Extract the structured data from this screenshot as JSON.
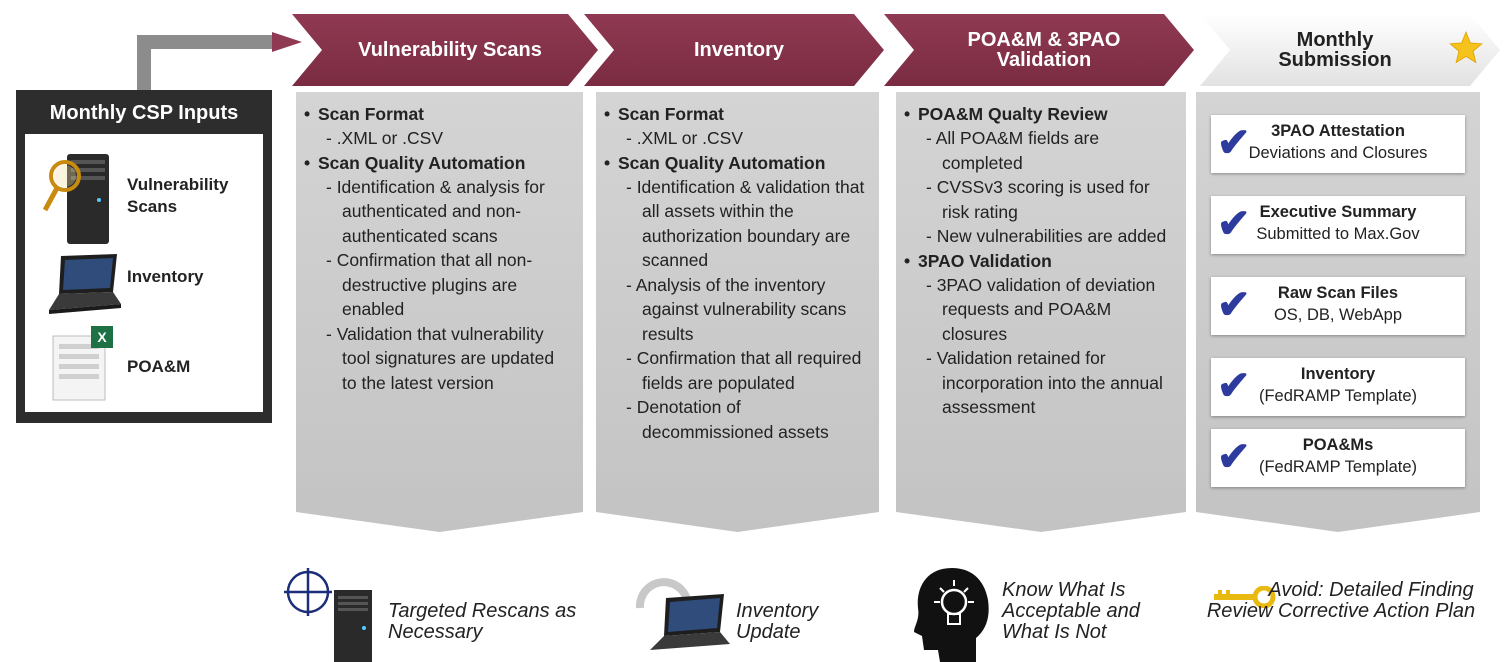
{
  "headers": {
    "vuln": "Vulnerability Scans",
    "inventory": "Inventory",
    "poam": "POA&M & 3PAO\nValidation",
    "submission": "Monthly Submission"
  },
  "inputs": {
    "title": "Monthly CSP Inputs",
    "items": [
      "Vulnerability Scans",
      "Inventory",
      "POA&M"
    ],
    "excel_badge": "X"
  },
  "columns": {
    "vuln": [
      {
        "t": "b",
        "text": "Scan Format"
      },
      {
        "t": "s",
        "text": "- .XML or .CSV"
      },
      {
        "t": "b",
        "text": "Scan Quality Automation"
      },
      {
        "t": "s",
        "text": "- Identification & analysis for authenticated and non-authenticated scans"
      },
      {
        "t": "s",
        "text": "- Confirmation that all non-destructive plugins are enabled"
      },
      {
        "t": "s",
        "text": "- Validation that vulnerability tool signatures are updated to the latest version"
      }
    ],
    "inventory": [
      {
        "t": "b",
        "text": "Scan Format"
      },
      {
        "t": "s",
        "text": "- .XML or .CSV"
      },
      {
        "t": "b",
        "text": "Scan Quality Automation"
      },
      {
        "t": "s",
        "text": "- Identification & validation that all assets within the authorization boundary are scanned"
      },
      {
        "t": "s",
        "text": "- Analysis of the inventory against vulnerability scans results"
      },
      {
        "t": "s",
        "text": "- Confirmation that all required fields are populated"
      },
      {
        "t": "s",
        "text": "- Denotation of decommissioned assets"
      }
    ],
    "poam": [
      {
        "t": "b",
        "text": "POA&M Qualty Review"
      },
      {
        "t": "s",
        "text": "- All POA&M fields are completed"
      },
      {
        "t": "s",
        "text": "- CVSSv3 scoring is used for risk rating"
      },
      {
        "t": "s",
        "text": "- New vulnerabilities are added"
      },
      {
        "t": "b",
        "text": "3PAO Validation"
      },
      {
        "t": "s",
        "text": "- 3PAO validation of deviation requests and POA&M closures"
      },
      {
        "t": "s",
        "text": "- Validation retained for incorporation into the annual assessment"
      }
    ]
  },
  "submission": [
    {
      "title": "3PAO Attestation",
      "sub": "Deviations and Closures"
    },
    {
      "title": "Executive Summary",
      "sub": "Submitted to Max.Gov"
    },
    {
      "title": "Raw Scan Files",
      "sub": "OS, DB, WebApp"
    },
    {
      "title": "Inventory",
      "sub": "(FedRAMP Template)"
    },
    {
      "title": "POA&Ms",
      "sub": "(FedRAMP Template)"
    }
  ],
  "bottom": {
    "rescan": "Targeted Rescans as Necessary",
    "update": "Inventory Update",
    "know": "Know What Is Acceptable and What Is Not",
    "avoid": "Avoid: Detailed Finding Review Corrective Action Plan"
  },
  "colors": {
    "accent": "#7f2f46",
    "check": "#2d3a9e",
    "dark": "#2d2d2d"
  }
}
